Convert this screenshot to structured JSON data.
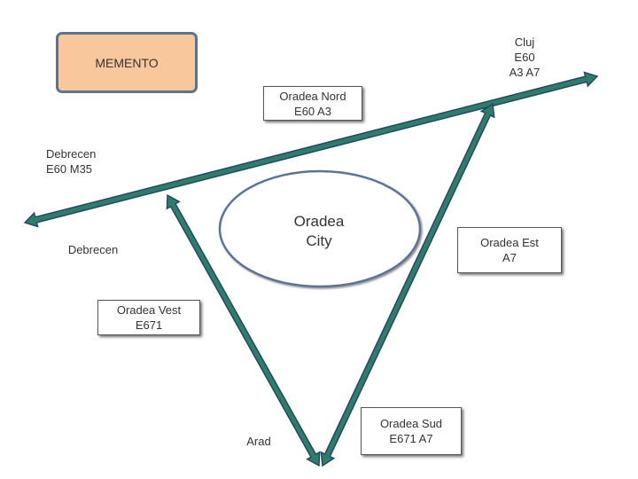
{
  "colors": {
    "road_fill": "#2e7d68",
    "road_stroke": "#224466",
    "memento_fill": "#f8c79b",
    "memento_border": "#5b7393",
    "city_border": "#5b7393"
  },
  "memento": {
    "label": "MEMENTO"
  },
  "city": {
    "line1": "Oradea",
    "line2": "City"
  },
  "labels": {
    "cluj": {
      "line1": "Cluj",
      "line2": "E60",
      "line3": "A3 A7"
    },
    "oradea_nord": {
      "line1": "Oradea Nord",
      "line2": "E60   A3"
    },
    "debrecen_e60": {
      "line1": "Debrecen",
      "line2": "E60  M35"
    },
    "debrecen": {
      "line1": "Debrecen"
    },
    "oradea_est": {
      "line1": "Oradea Est",
      "line2": "A7"
    },
    "oradea_vest": {
      "line1": "Oradea Vest",
      "line2": "E671"
    },
    "arad": {
      "line1": "Arad"
    },
    "oradea_sud": {
      "line1": "Oradea Sud",
      "line2": "E671   A7"
    }
  }
}
